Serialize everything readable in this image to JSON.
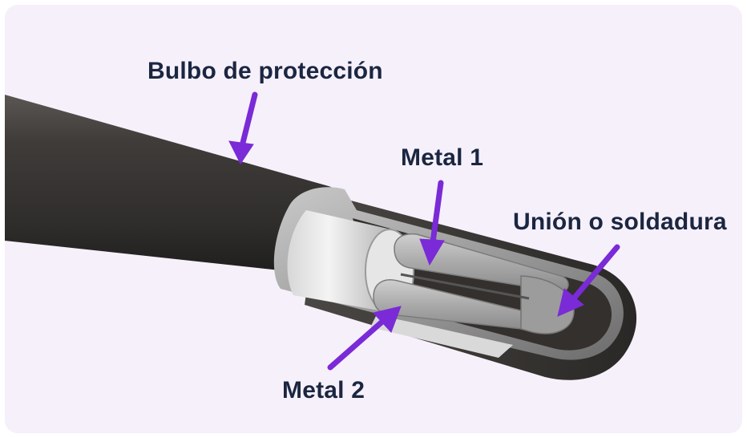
{
  "labels": {
    "bulbo": "Bulbo de protección",
    "metal1": "Metal 1",
    "union": "Unión o soldadura",
    "metal2": "Metal 2"
  },
  "colors": {
    "background": "#f6f0fb",
    "sheath": "#3b3836",
    "arrow": "#7a2ad6",
    "label_text": "#1b2640"
  }
}
